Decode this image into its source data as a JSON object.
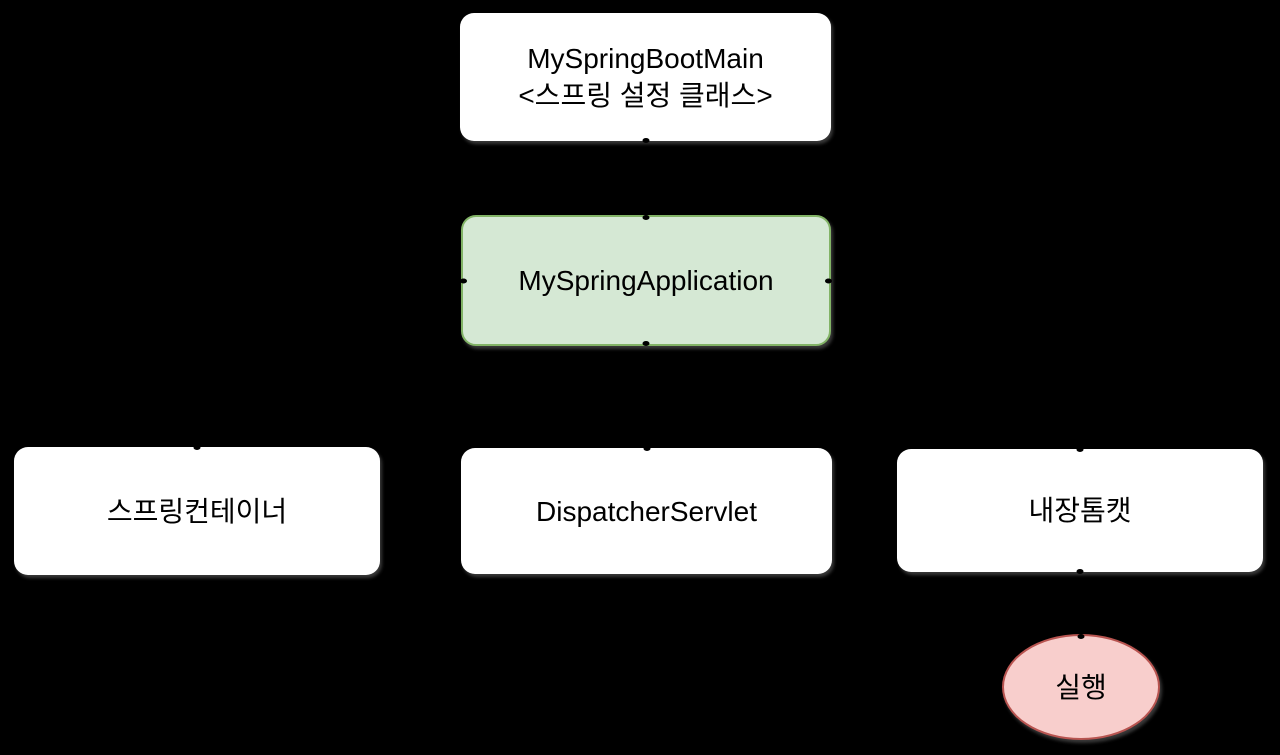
{
  "diagram": {
    "background_color": "#000000",
    "text_color": "#000000",
    "shadow_color": "#969696",
    "nodes": {
      "my_spring_boot_main": {
        "line1": "MySpringBootMain",
        "line2": "<스프링 설정 클래스>",
        "shape": "rounded-rectangle",
        "fill_color": "#ffffff"
      },
      "my_spring_application": {
        "label": "MySpringApplication",
        "shape": "rounded-rectangle",
        "fill_color": "#d5e8d4",
        "border_color": "#82b366"
      },
      "spring_container": {
        "label": "스프링컨테이너",
        "shape": "rounded-rectangle",
        "fill_color": "#ffffff"
      },
      "dispatcher_servlet": {
        "label": "DispatcherServlet",
        "shape": "rounded-rectangle",
        "fill_color": "#ffffff"
      },
      "embedded_tomcat": {
        "label": "내장톰캣",
        "shape": "rounded-rectangle",
        "fill_color": "#ffffff"
      },
      "run": {
        "label": "실행",
        "shape": "ellipse",
        "fill_color": "#f8cecc",
        "border_color": "#b85450"
      }
    }
  }
}
